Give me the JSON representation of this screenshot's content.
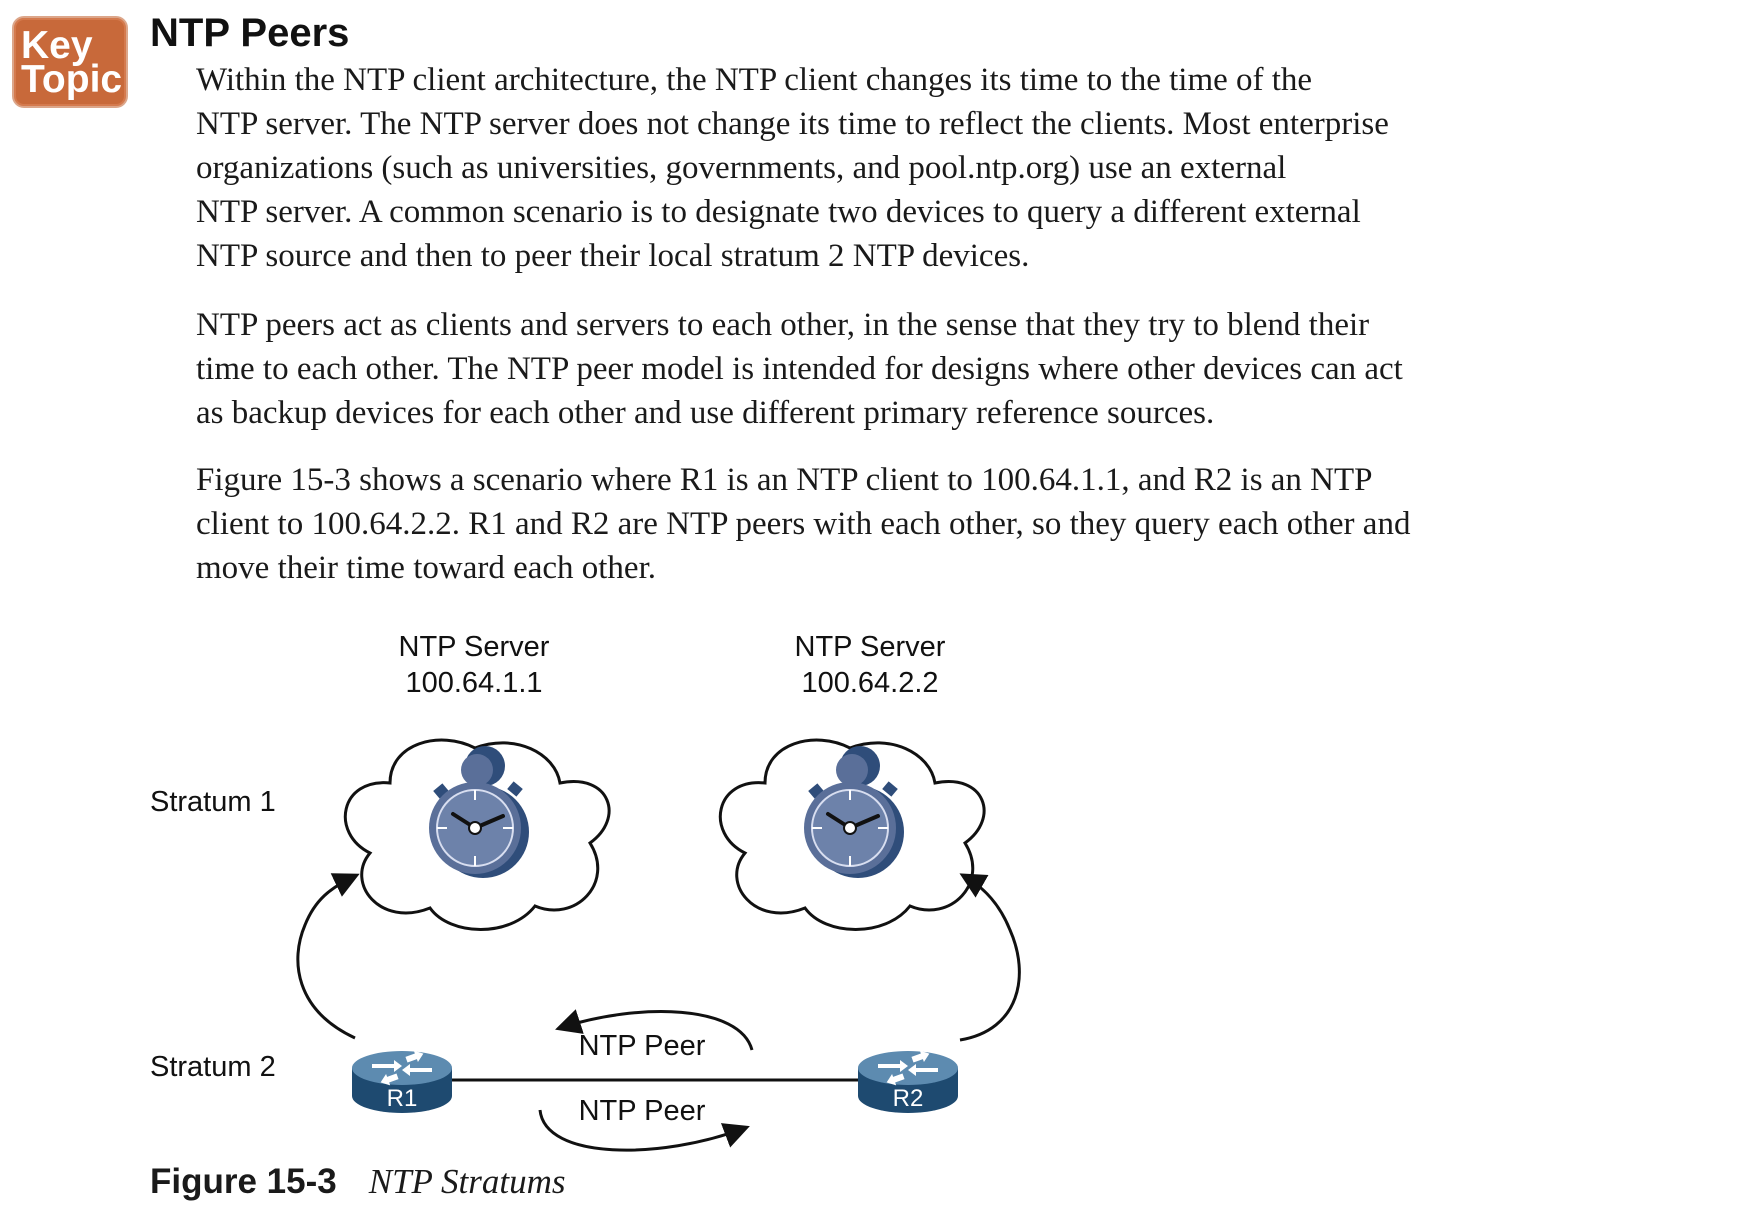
{
  "badge": {
    "line1": "Key",
    "line2": "Topic"
  },
  "section_title": "NTP Peers",
  "paragraphs": [
    {
      "lines": [
        "Within the NTP client architecture, the NTP client changes its time to the time of the",
        "NTP server. The NTP server does not change its time to reflect the clients. Most enterprise",
        "organizations (such as universities, governments, and pool.ntp.org) use an external",
        "NTP server. A common scenario is to designate two devices to query a different external",
        "NTP source and then to peer their local stratum 2 NTP devices."
      ]
    },
    {
      "lines": [
        "NTP peers act as clients and servers to each other, in the sense that they try to blend their",
        "time to each other. The NTP peer model is intended for designs where other devices can act",
        "as backup devices for each other and use different primary reference sources."
      ]
    },
    {
      "lines": [
        "Figure 15-3 shows a scenario where R1 is an NTP client to 100.64.1.1, and R2 is an NTP",
        "client to 100.64.2.2. R1 and R2 are NTP peers with each other, so they query each other and",
        "move their time toward each other."
      ]
    }
  ],
  "figure": {
    "servers": [
      {
        "name": "NTP Server",
        "address": "100.64.1.1"
      },
      {
        "name": "NTP Server",
        "address": "100.64.2.2"
      }
    ],
    "strata": [
      "Stratum 1",
      "Stratum 2"
    ],
    "routers": [
      "R1",
      "R2"
    ],
    "peer_labels": [
      "NTP Peer",
      "NTP Peer"
    ],
    "caption_number": "Figure 15-3",
    "caption_title": "NTP Stratums"
  },
  "colors": {
    "badge": "#c8693a",
    "router": "#2f5f87",
    "clock": "#5a6f99",
    "clock_dark": "#2f4d7a"
  }
}
